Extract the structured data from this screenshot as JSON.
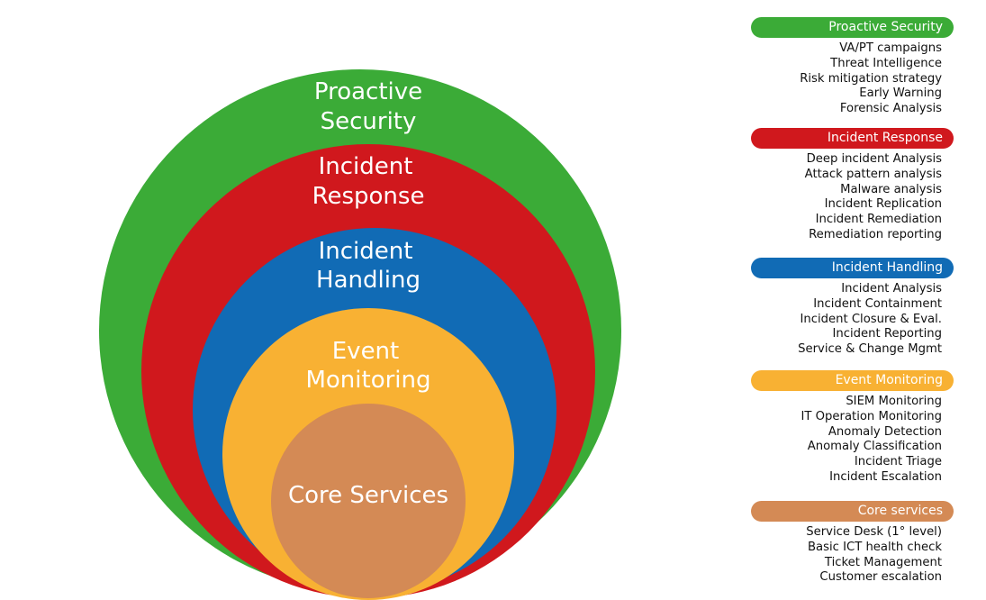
{
  "colors": {
    "green": "#3bab37",
    "red": "#d0181d",
    "blue": "#116bb5",
    "yellow": "#f8b133",
    "brown": "#d48a55"
  },
  "rings": [
    {
      "label_line1": "Proactive",
      "label_line2": "Security",
      "color": "#3bab37"
    },
    {
      "label_line1": "Incident",
      "label_line2": "Response",
      "color": "#d0181d"
    },
    {
      "label_line1": "Incident",
      "label_line2": "Handling",
      "color": "#116bb5"
    },
    {
      "label_line1": "Event",
      "label_line2": "Monitoring",
      "color": "#f8b133"
    },
    {
      "label_line1": "Core Services",
      "label_line2": "",
      "color": "#d48a55"
    }
  ],
  "legend": [
    {
      "header": "Proactive Security",
      "color": "#3bab37",
      "items": [
        "VA/PT campaigns",
        "Threat Intelligence",
        "Risk mitigation strategy",
        "Early Warning",
        "Forensic Analysis"
      ]
    },
    {
      "header": "Incident Response",
      "color": "#d0181d",
      "items": [
        "Deep incident Analysis",
        "Attack pattern analysis",
        "Malware analysis",
        "Incident Replication",
        "Incident Remediation",
        "Remediation reporting"
      ]
    },
    {
      "header": "Incident Handling",
      "color": "#116bb5",
      "items": [
        "Incident Analysis",
        "Incident Containment",
        "Incident Closure & Eval.",
        "Incident Reporting",
        "Service & Change Mgmt"
      ]
    },
    {
      "header": "Event Monitoring",
      "color": "#f8b133",
      "items": [
        "SIEM Monitoring",
        "IT Operation Monitoring",
        "Anomaly Detection",
        "Anomaly Classification",
        "Incident Triage",
        "Incident Escalation"
      ]
    },
    {
      "header": "Core services",
      "color": "#d48a55",
      "items": [
        "Service Desk (1° level)",
        "Basic ICT health check",
        "Ticket Management",
        "Customer escalation"
      ]
    }
  ]
}
